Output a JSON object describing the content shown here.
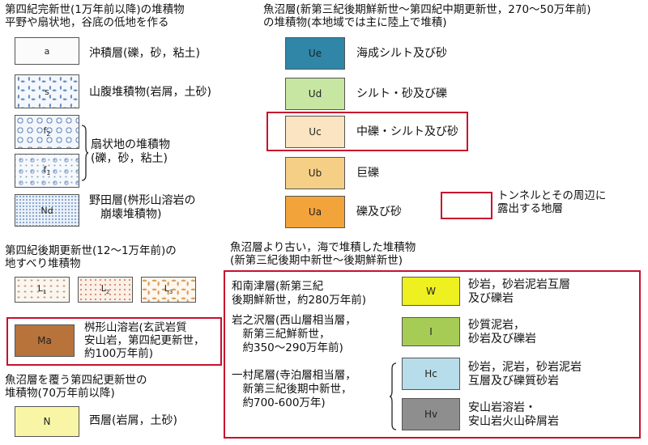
{
  "sections": {
    "holocene_heading": "第四紀完新世(1万年前以降)の堆積物\n平野や扇状地，谷底の低地を作る",
    "uonuma_heading": "魚沼層(新第三紀後期鮮新世～第四紀中期更新世，270～50万年前)\nの堆積物(本地域では主に陸上で堆積)",
    "landslide_heading": "第四紀後期更新世(12～1万年前)の\n地すべり堆積物",
    "cover_heading": "魚沼層を覆う第四紀更新世の\n堆積物(70万年前以降)",
    "marine_heading": "魚沼層より古い，海で堆積した堆積物\n(新第三紀後期中新世～後期鮮新世)"
  },
  "units": {
    "a": {
      "code": "a",
      "label": "沖積層(礫，砂，粘土)"
    },
    "s": {
      "code": "s",
      "label": "山腹堆積物(岩屑，土砂)"
    },
    "f2": {
      "code": "f",
      "sub": "2"
    },
    "f1": {
      "code": "f",
      "sub": "1"
    },
    "fan_label": "扇状地の堆積物\n(礫，砂，粘土)",
    "nd": {
      "code": "Nd",
      "label": "野田層(桝形山溶岩の\n　崩壊堆積物)"
    },
    "l1": {
      "code": "L",
      "sub": "1"
    },
    "l2": {
      "code": "L",
      "sub": "2"
    },
    "l3": {
      "code": "L",
      "sub": "3"
    },
    "ma": {
      "code": "Ma",
      "label": "桝形山溶岩(玄武岩質\n安山岩，第四紀更新世，\n約100万年前)"
    },
    "n": {
      "code": "N",
      "label": "西層(岩屑，土砂)"
    },
    "ue": {
      "code": "Ue",
      "label": "海成シルト及び砂"
    },
    "ud": {
      "code": "Ud",
      "label": "シルト・砂及び礫"
    },
    "uc": {
      "code": "Uc",
      "label": "中礫・シルト及び砂"
    },
    "ub": {
      "code": "Ub",
      "label": "巨礫"
    },
    "ua": {
      "code": "Ua",
      "label": "礫及び砂"
    },
    "w": {
      "code": "W",
      "label": "砂岩，砂岩泥岩互層\n及び礫岩"
    },
    "i": {
      "code": "I",
      "label": "砂質泥岩，\n砂岩及び礫岩"
    },
    "hc": {
      "code": "Hc",
      "label": "砂岩，泥岩，砂岩泥岩\n互層及び礫質砂岩"
    },
    "hv": {
      "code": "Hv",
      "label": "安山岩溶岩・\n安山岩火山砕屑岩"
    }
  },
  "formations": {
    "wanantsu": "和南津層(新第三紀\n後期鮮新世，約280万年前)",
    "iwanosawa": "岩之沢層(西山層相当層，\n　新第三紀鮮新世，\n　約350～290万年前)",
    "ichimurao": "一村尾層(寺泊層相当層，\n　新第三紀後期中新世，\n　約700-600万年)"
  },
  "legend": {
    "tunnel_label": "トンネルとその周辺に\n露出する地層"
  },
  "colors": {
    "highlight": "#c8102e"
  }
}
